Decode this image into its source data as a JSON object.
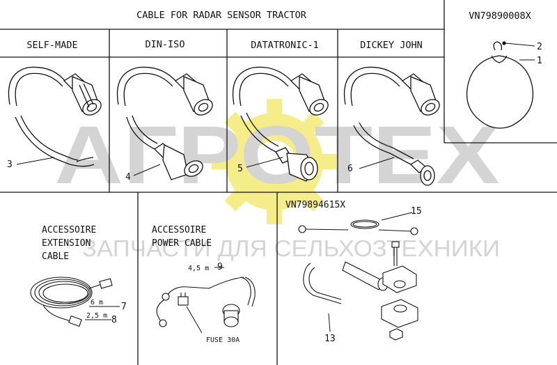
{
  "header": {
    "title": "CABLE FOR RADAR SENSOR TRACTOR",
    "part_top_right": "VN79890008X"
  },
  "columns": [
    {
      "label": "SELF-MADE"
    },
    {
      "label": "DIN-ISO"
    },
    {
      "label": "DATATRONIC-1"
    },
    {
      "label": "DICKEY JOHN"
    }
  ],
  "callouts": {
    "c1": "1",
    "c2": "2",
    "c3": "3",
    "c4": "4",
    "c5": "5",
    "c6": "6",
    "c7": "7",
    "c8": "8",
    "c9": "9",
    "c13": "13",
    "c15": "15"
  },
  "extension": {
    "label_line1": "ACCESSOIRE",
    "label_line2": "EXTENSION",
    "label_line3": "CABLE",
    "len_long": "6 m",
    "len_short": "2,5 m"
  },
  "power": {
    "label_line1": "ACCESSOIRE",
    "label_line2": "POWER CABLE",
    "length": "4,5 m",
    "fuse": "FUSE 30A"
  },
  "kit": {
    "part_no": "VN79894615X"
  },
  "watermark": {
    "logo": "АГРОТЕХ",
    "subtitle": "ЗАПЧАСТИ ДЛЯ СЕЛЬХОЗТЕХНИКИ",
    "gear_color": "#f5ec8a",
    "text_color": "#d4d4d4"
  }
}
